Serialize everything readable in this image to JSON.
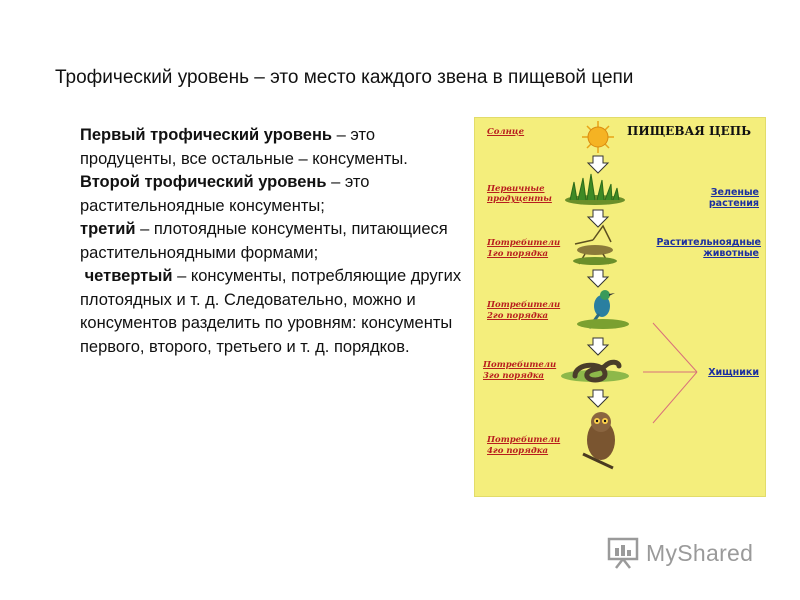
{
  "slide": {
    "title": "Трофический уровень – это место каждого звена в пищевой цепи",
    "paragraphs": [
      {
        "bold": "Первый трофический уровень",
        "text": " – это продуценты, все остальные – консументы."
      },
      {
        "bold": "Второй трофический уровень",
        "text": " – это растительноядные консументы;"
      },
      {
        "bold": "третий",
        "text": " – плотоядные консументы, питающиеся растительноядными формами;"
      },
      {
        "bold": " четвертый",
        "text": " – консументы, потребляющие других плотоядных и т. д. Следовательно, можно и консументов разделить по уровням: консументы первого, второго, третьего и т. д. порядков."
      }
    ]
  },
  "food_chain": {
    "title": "ПИЩЕВАЯ ЦЕПЬ",
    "left_labels": {
      "sun": "Солнце",
      "producers_1": "Первичные",
      "producers_2": "продуценты",
      "c1_1": "Потребители",
      "c1_2": "1го порядка",
      "c2_1": "Потребители",
      "c2_2": "2го порядка",
      "c3_1": "Потребители",
      "c3_2": "3го порядка",
      "c4_1": "Потребители",
      "c4_2": "4го порядка"
    },
    "right_labels": {
      "green_1": "Зеленые",
      "green_2": "растения",
      "herb_1": "Растительноядные",
      "herb_2": "животные",
      "predators": "Хищники"
    },
    "colors": {
      "background": "#f4ee7c",
      "left_label": "#b81e1e",
      "right_label": "#1c2fa0"
    }
  },
  "watermark": {
    "brand": "MyShared",
    "icon": "myshared-logo-icon"
  }
}
